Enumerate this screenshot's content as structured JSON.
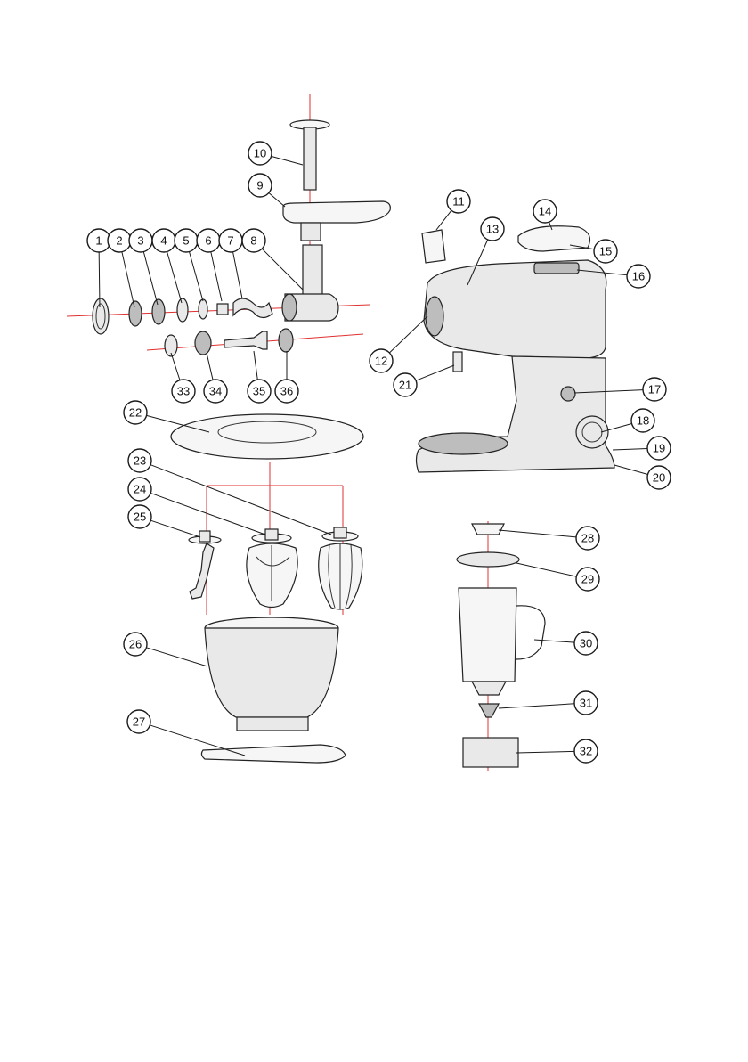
{
  "colors": {
    "axis": "#e03030",
    "outline": "#222222",
    "fill": "#e9e9e9"
  },
  "callouts": [
    {
      "label": "1"
    },
    {
      "label": "2"
    },
    {
      "label": "3"
    },
    {
      "label": "4"
    },
    {
      "label": "5"
    },
    {
      "label": "6"
    },
    {
      "label": "7"
    },
    {
      "label": "8"
    },
    {
      "label": "9"
    },
    {
      "label": "10"
    },
    {
      "label": "11"
    },
    {
      "label": "12"
    },
    {
      "label": "13"
    },
    {
      "label": "14"
    },
    {
      "label": "15"
    },
    {
      "label": "16"
    },
    {
      "label": "17"
    },
    {
      "label": "18"
    },
    {
      "label": "19"
    },
    {
      "label": "20"
    },
    {
      "label": "21"
    },
    {
      "label": "22"
    },
    {
      "label": "23"
    },
    {
      "label": "24"
    },
    {
      "label": "25"
    },
    {
      "label": "26"
    },
    {
      "label": "27"
    },
    {
      "label": "28"
    },
    {
      "label": "29"
    },
    {
      "label": "30"
    },
    {
      "label": "31"
    },
    {
      "label": "32"
    },
    {
      "label": "33"
    },
    {
      "label": "34"
    },
    {
      "label": "35"
    },
    {
      "label": "36"
    }
  ]
}
